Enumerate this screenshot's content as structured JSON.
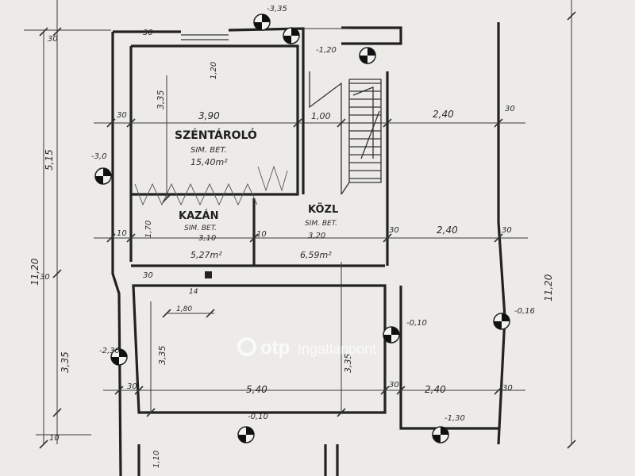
{
  "rooms": {
    "storage": {
      "name": "SZÉNTÁROLÓ",
      "floor": "SIM. BET.",
      "area": "15,40m²"
    },
    "boiler": {
      "name": "KAZÁN",
      "floor": "SIM. BET.",
      "height": "3,10",
      "area": "5,27m²"
    },
    "corridor": {
      "name": "KÖZL",
      "floor": "SIM. BET.",
      "height": "3,20",
      "area": "6,59m²"
    }
  },
  "dimensions": {
    "left_total": "11,20",
    "right_total": "11,20",
    "left_upper": "5,15",
    "left_lower": "3,35",
    "storage_width": "3,90",
    "storage_height": "3,35",
    "stair_width": "1,00",
    "right_upper": "2,40",
    "right_mid": "2,40",
    "right_low": "2,40",
    "bottom_span": "5,40",
    "lower_height": "3,35",
    "mid_height": "3,35",
    "boiler_height": "1,70",
    "window_height": "1,20",
    "wall_30": "30",
    "wall_10": "10",
    "small_14": "14",
    "small_180": "1,80",
    "small_110": "1,10"
  },
  "levels": {
    "top": "-3,35",
    "upper_right": "-1,20",
    "left_mid": "-3,0",
    "left_low": "-2,30",
    "right_mid": "-0,16",
    "center": "-0,10",
    "bottom_center": "-0,10",
    "bottom_right": "-1,30"
  },
  "watermark": {
    "brand": "otp",
    "suffix": "Ingatlanpont"
  }
}
